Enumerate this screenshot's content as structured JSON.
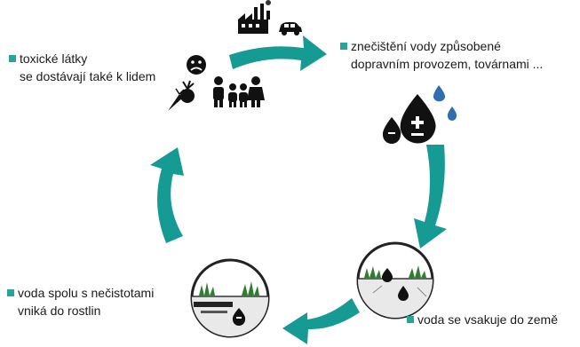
{
  "accent_color": "#159a94",
  "bullet_color": "#2aa39b",
  "steps": [
    {
      "id": "pollution",
      "lines": [
        "znečištění vody způsobené",
        "dopravním provozem, továrnami ..."
      ]
    },
    {
      "id": "soak",
      "lines": [
        "voda se vsakuje do země"
      ]
    },
    {
      "id": "plants",
      "lines": [
        "voda spolu s nečistotami",
        "vniká do rostlin"
      ]
    },
    {
      "id": "people",
      "lines": [
        "toxické látky",
        "se dostávají také k lidem"
      ]
    }
  ],
  "icons": {
    "pollution": [
      "factory-icon",
      "car-icon",
      "oil-drop-icon",
      "water-drop-icon"
    ],
    "soil": "soil-crosssection-icon",
    "plants": "plant-soil-crosssection-icon",
    "people": [
      "sad-face-icon",
      "family-icon",
      "vegetables-icon"
    ]
  }
}
